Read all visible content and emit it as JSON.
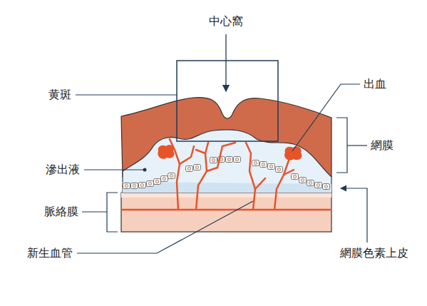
{
  "diagram": {
    "labels": [
      "中心窩",
      "黄斑",
      "出血",
      "網膜",
      "滲出液",
      "脈絡膜",
      "新生血管",
      "網膜色素上皮"
    ]
  }
}
